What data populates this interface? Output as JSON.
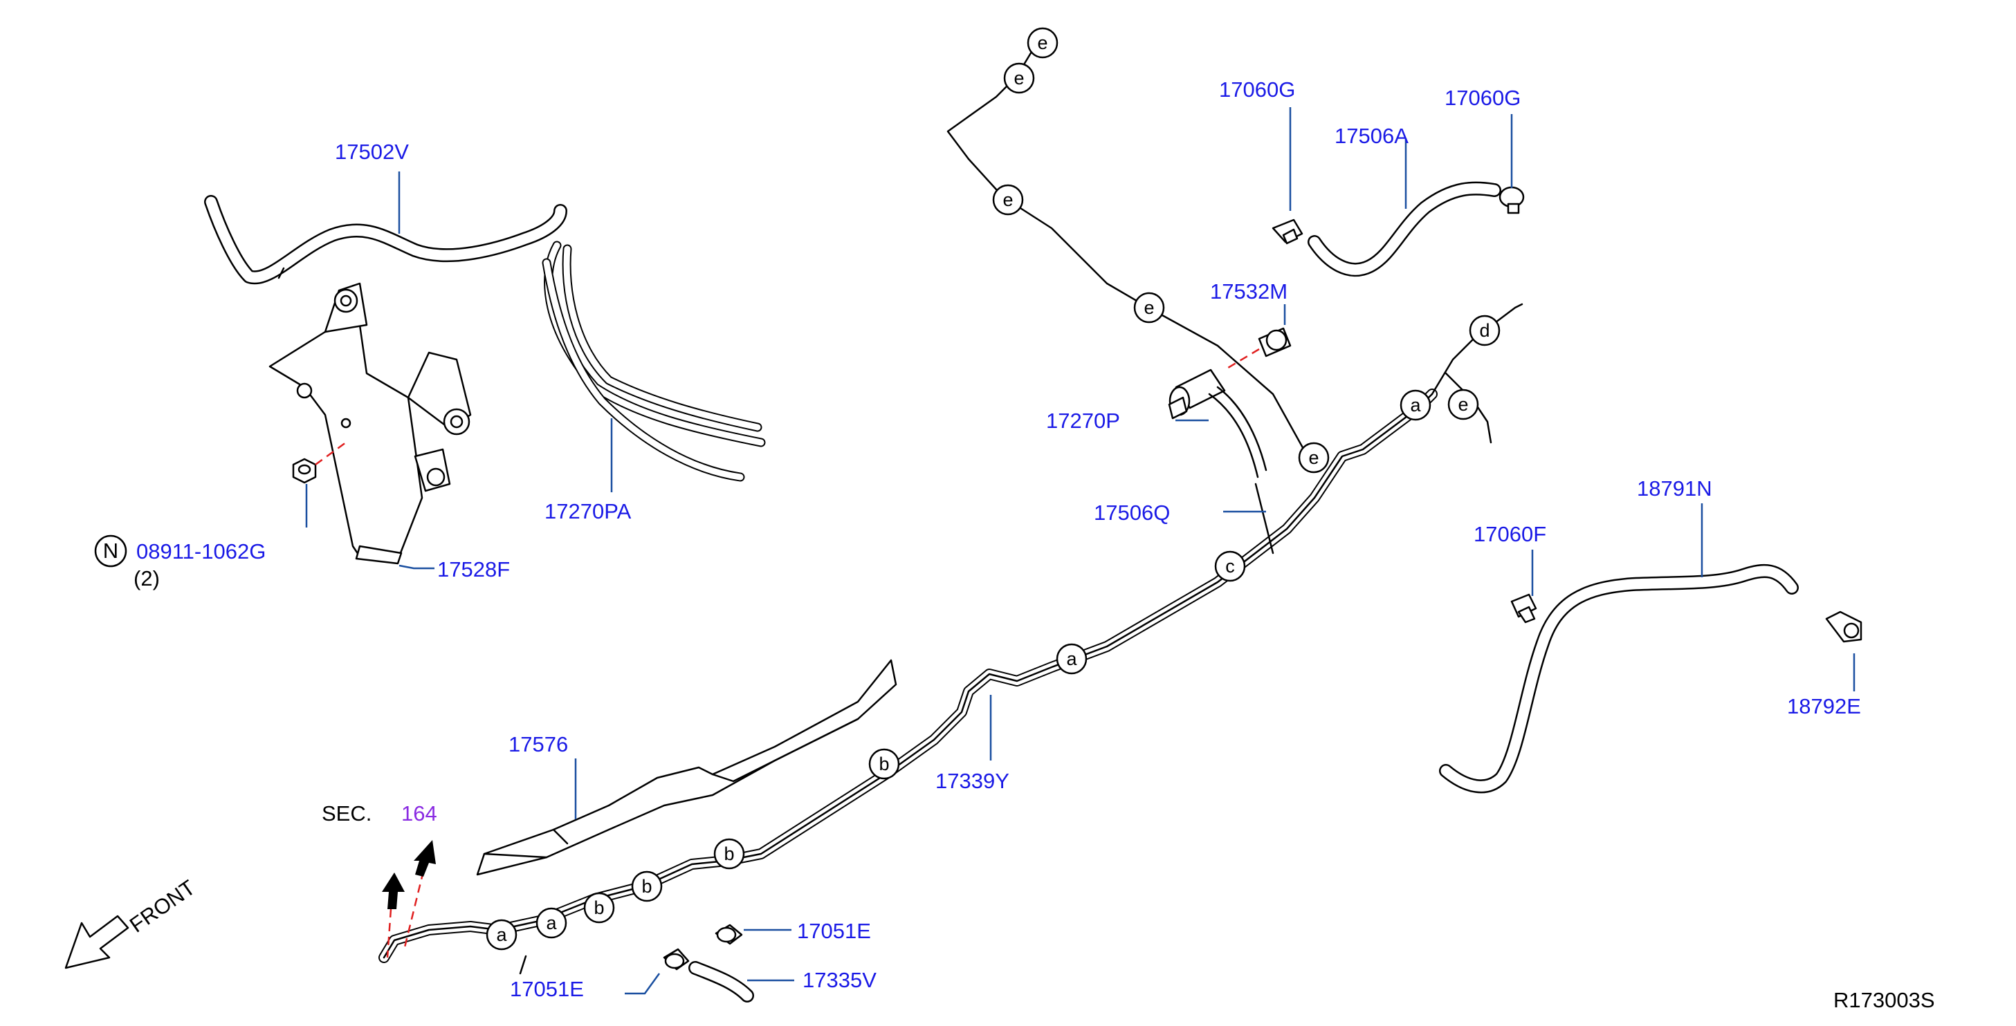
{
  "diagram": {
    "parts": {
      "p17502V": "17502V",
      "p17270PA": "17270PA",
      "p08911": "08911-1062G",
      "p08911_qty": "(2)",
      "p08911_prefix": "N",
      "p17528F": "17528F",
      "p17060G_a": "17060G",
      "p17060G_b": "17060G",
      "p17506A": "17506A",
      "p17532M": "17532M",
      "p17270P": "17270P",
      "p17506Q": "17506Q",
      "p17060F": "17060F",
      "p18791N": "18791N",
      "p18792E": "18792E",
      "p17576": "17576",
      "p17339Y": "17339Y",
      "p17051E_a": "17051E",
      "p17051E_b": "17051E",
      "p17335V": "17335V"
    },
    "section_ref": {
      "prefix": "SEC.",
      "number": "164"
    },
    "front_label": "FRONT",
    "diagram_code": "R173003S",
    "connection_markers": {
      "e1": "e",
      "e2": "e",
      "e3": "e",
      "e4": "e",
      "e5": "e",
      "e6": "e",
      "d1": "d",
      "a1": "a",
      "a2": "a",
      "a3": "a",
      "a4": "a",
      "c1": "c",
      "b1": "b",
      "b2": "b",
      "b3": "b",
      "b4": "b"
    },
    "colors": {
      "part_label": "#1a1ae6",
      "section_number": "#8a2be2",
      "dashed_guide": "#e02020"
    }
  }
}
